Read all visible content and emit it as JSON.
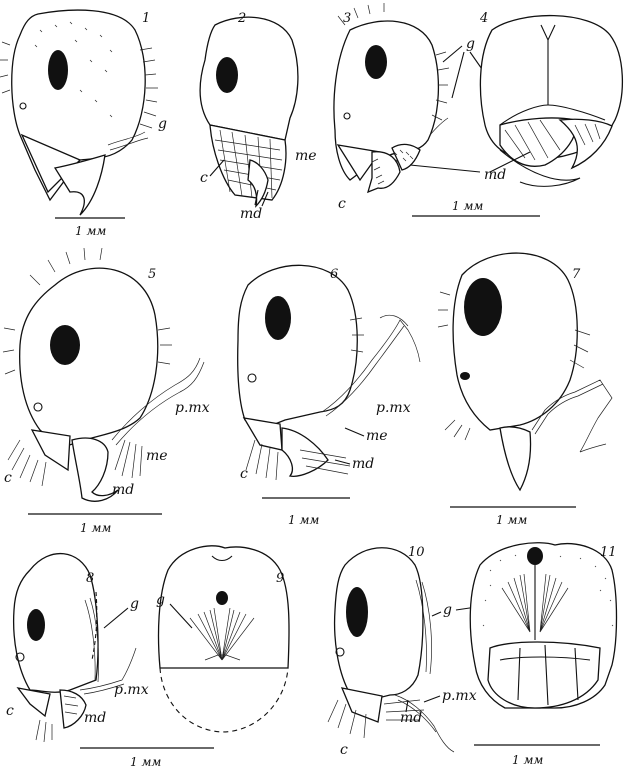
{
  "figure_numbers": [
    "1",
    "2",
    "3",
    "4",
    "5",
    "6",
    "7",
    "8",
    "9",
    "10",
    "11"
  ],
  "labels": {
    "g": "g",
    "me": "me",
    "md": "md",
    "c": "c",
    "pmx": "p.mx"
  },
  "scale_text": "1 мм"
}
